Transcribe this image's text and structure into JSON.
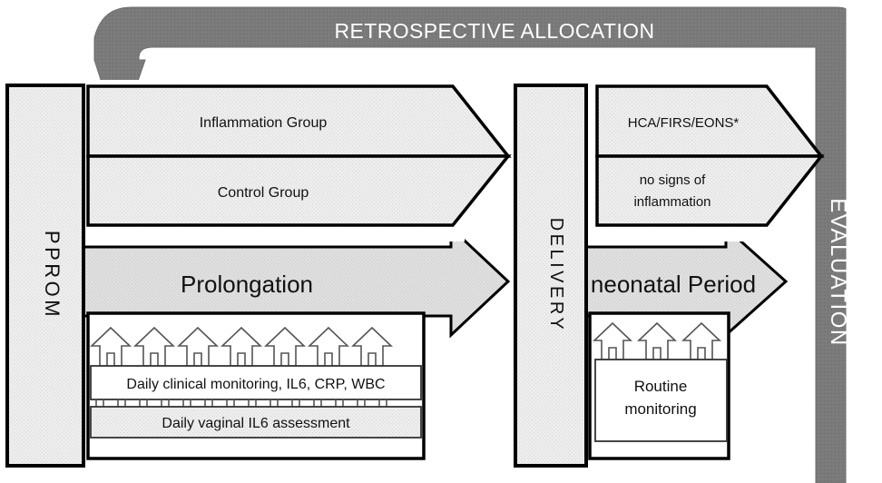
{
  "figure": {
    "title": "PPROM study flow diagram",
    "colors": {
      "band_gray": "#7a7a7a",
      "box_light": "#ececec",
      "arrow_light": "#dcdcdc",
      "outline": "#000000",
      "text_dark": "#111111",
      "text_light": "#ffffff"
    }
  },
  "banner": {
    "label": "RETROSPECTIVE ALLOCATION"
  },
  "stages": {
    "pprom": {
      "label": "PPROM"
    },
    "delivery": {
      "label": "DELIVERY"
    },
    "evaluation": {
      "label": "EVALUATION"
    }
  },
  "allocation_groups": [
    {
      "label": "Inflammation Group"
    },
    {
      "label": "Control Group"
    }
  ],
  "outcome_groups": [
    {
      "label": "HCA/FIRS/EONS*"
    },
    {
      "label": "no signs of",
      "label2": "inflammation"
    }
  ],
  "periods": [
    {
      "label": "Prolongation"
    },
    {
      "label": "neonatal Period"
    }
  ],
  "monitoring": {
    "antenatal": [
      {
        "label": "Daily clinical monitoring, IL6, CRP, WBC",
        "arrow_count": 7
      },
      {
        "label": "Daily vaginal IL6 assessment",
        "tick_count": 14
      }
    ],
    "neonatal": [
      {
        "label": "Routine",
        "label2": "monitoring",
        "arrow_count": 3
      }
    ]
  }
}
